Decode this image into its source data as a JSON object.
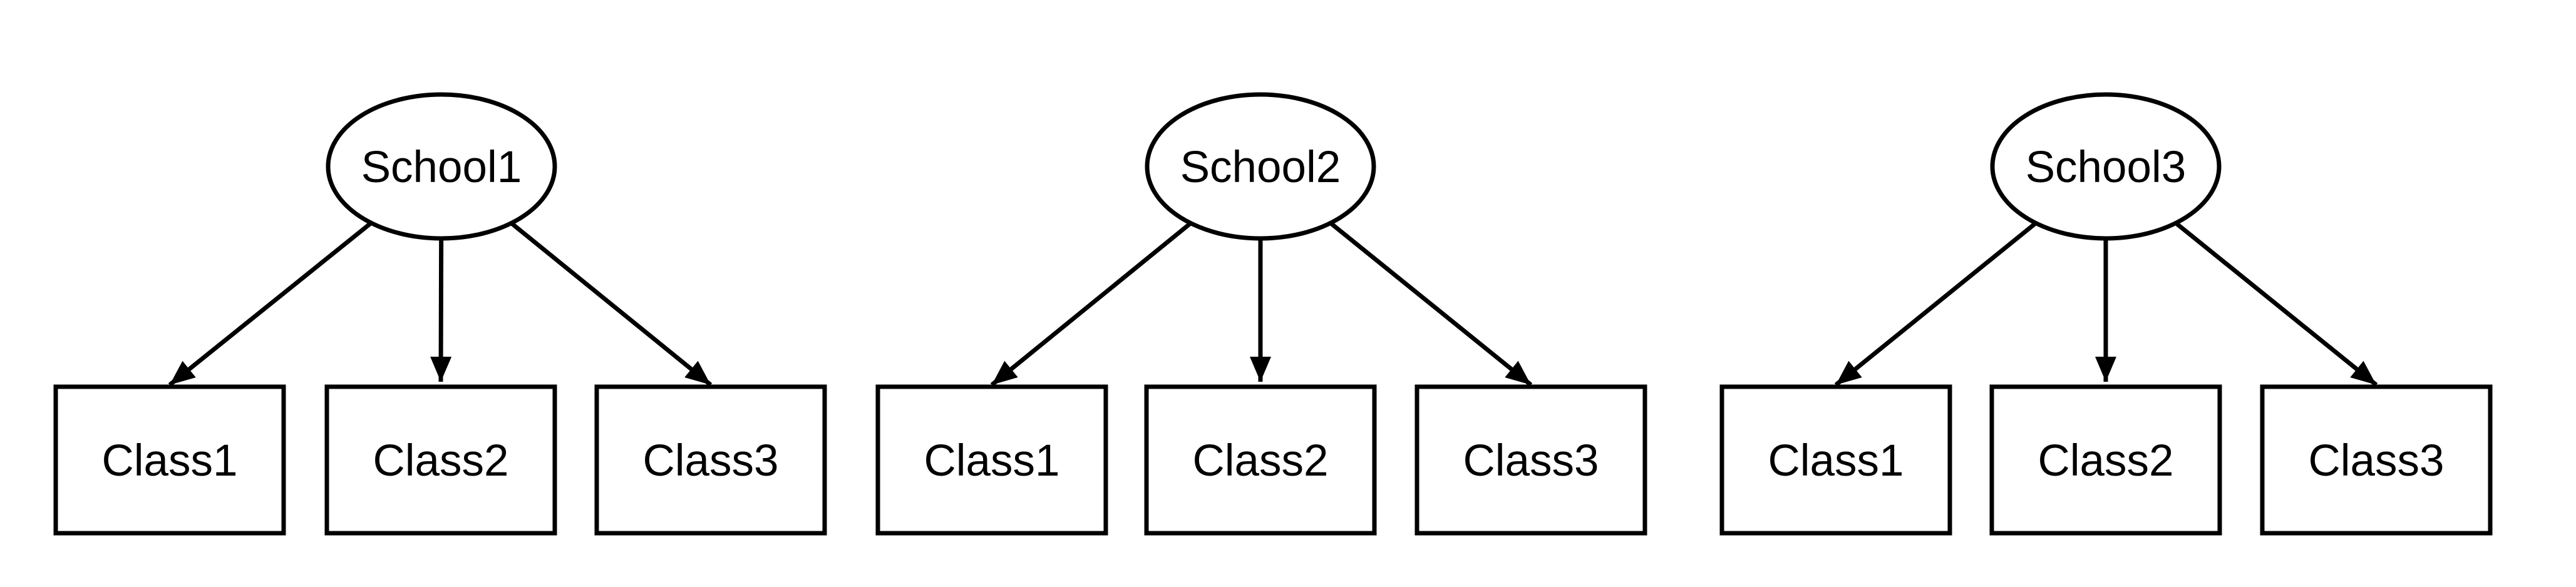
{
  "diagram": {
    "background_color": "#ffffff",
    "stroke_color": "#000000",
    "text_color": "#000000",
    "edge_style": "arrow",
    "trees": [
      {
        "root": {
          "label": "School1",
          "shape": "ellipse"
        },
        "children": [
          {
            "label": "Class1",
            "shape": "rect"
          },
          {
            "label": "Class2",
            "shape": "rect"
          },
          {
            "label": "Class3",
            "shape": "rect"
          }
        ]
      },
      {
        "root": {
          "label": "School2",
          "shape": "ellipse"
        },
        "children": [
          {
            "label": "Class1",
            "shape": "rect"
          },
          {
            "label": "Class2",
            "shape": "rect"
          },
          {
            "label": "Class3",
            "shape": "rect"
          }
        ]
      },
      {
        "root": {
          "label": "School3",
          "shape": "ellipse"
        },
        "children": [
          {
            "label": "Class1",
            "shape": "rect"
          },
          {
            "label": "Class2",
            "shape": "rect"
          },
          {
            "label": "Class3",
            "shape": "rect"
          }
        ]
      }
    ]
  }
}
